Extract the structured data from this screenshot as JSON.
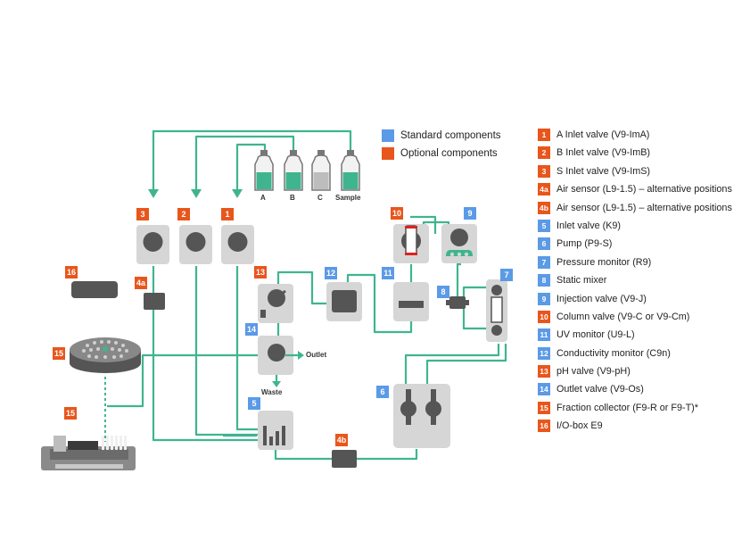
{
  "key": {
    "standard": "Standard components",
    "optional": "Optional components"
  },
  "colors": {
    "pipe": "#3fb58f",
    "standard": "#5b9ae6",
    "optional": "#e8561c",
    "module": "#d6d6d6",
    "dark": "#555555"
  },
  "bottles": [
    "A",
    "B",
    "C",
    "Sample"
  ],
  "flow_labels": {
    "outlet": "Outlet",
    "waste": "Waste"
  },
  "badges": {
    "b3": "3",
    "b2": "2",
    "b1": "1",
    "b16": "16",
    "b4a": "4a",
    "b15a": "15",
    "b15b": "15",
    "b13": "13",
    "b14": "14",
    "b12": "12",
    "b11": "11",
    "b10": "10",
    "b9": "9",
    "b8": "8",
    "b7": "7",
    "b5": "5",
    "b6": "6",
    "b4b": "4b"
  },
  "legend": [
    {
      "num": "1",
      "type": "optional",
      "text": "A Inlet valve (V9-ImA)"
    },
    {
      "num": "2",
      "type": "optional",
      "text": "B Inlet valve (V9-ImB)"
    },
    {
      "num": "3",
      "type": "optional",
      "text": "S Inlet valve (V9-ImS)"
    },
    {
      "num": "4a",
      "type": "optional",
      "text": "Air sensor (L9-1.5) – alternative positions"
    },
    {
      "num": "4b",
      "type": "optional",
      "text": "Air sensor (L9-1.5) – alternative positions"
    },
    {
      "num": "5",
      "type": "standard",
      "text": "Inlet valve (K9)"
    },
    {
      "num": "6",
      "type": "standard",
      "text": "Pump (P9-S)"
    },
    {
      "num": "7",
      "type": "standard",
      "text": "Pressure monitor (R9)"
    },
    {
      "num": "8",
      "type": "standard",
      "text": "Static mixer"
    },
    {
      "num": "9",
      "type": "standard",
      "text": "Injection valve (V9-J)"
    },
    {
      "num": "10",
      "type": "optional",
      "text": "Column valve (V9-C or V9-Cm)"
    },
    {
      "num": "11",
      "type": "standard",
      "text": "UV monitor (U9-L)"
    },
    {
      "num": "12",
      "type": "standard",
      "text": "Conductivity monitor (C9n)"
    },
    {
      "num": "13",
      "type": "optional",
      "text": "pH valve (V9-pH)"
    },
    {
      "num": "14",
      "type": "standard",
      "text": "Outlet valve (V9-Os)"
    },
    {
      "num": "15",
      "type": "optional",
      "text": "Fraction collector (F9-R or F9-T)*"
    },
    {
      "num": "16",
      "type": "optional",
      "text": "I/O-box E9"
    }
  ]
}
